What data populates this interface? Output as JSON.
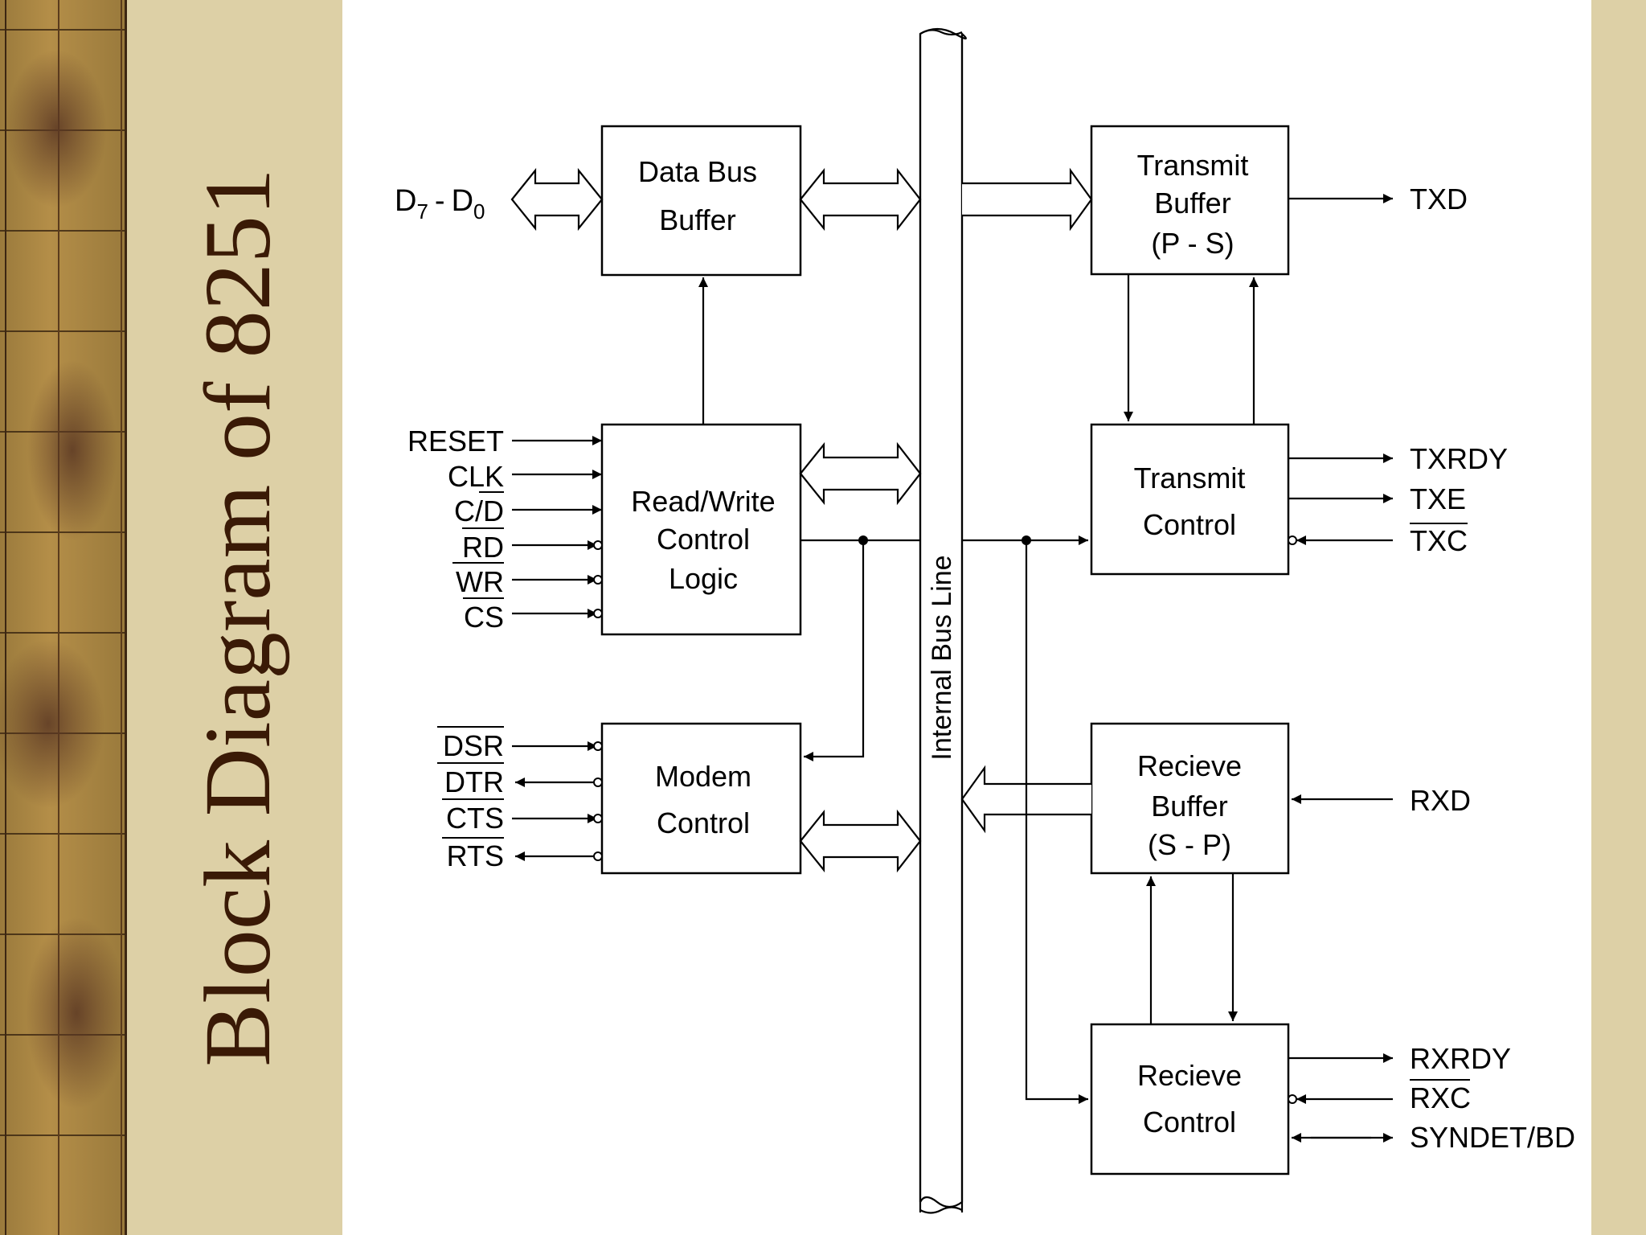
{
  "title": "Block Diagram of 8251",
  "diagram": {
    "bus_label": "Internal Bus Line",
    "blocks": {
      "data_bus_buffer": [
        "Data Bus",
        "Buffer"
      ],
      "read_write_control_logic": [
        "Read/Write",
        "Control",
        "Logic"
      ],
      "modem_control": [
        "Modem",
        "Control"
      ],
      "transmit_buffer": [
        "Transmit",
        "Buffer",
        "(P - S)"
      ],
      "transmit_control": [
        "Transmit",
        "Control"
      ],
      "receive_buffer": [
        "Recieve",
        "Buffer",
        "(S - P)"
      ],
      "receive_control": [
        "Recieve",
        "Control"
      ]
    },
    "signals": {
      "data_bus": "D7 - D0",
      "data_bus_main": "D",
      "data_bus_sub_hi": "7",
      "data_bus_dash": "-",
      "data_bus_main2": "D",
      "data_bus_sub_lo": "0",
      "reset": "RESET",
      "clk": "CLK",
      "cd": "C/D",
      "rd": "RD",
      "wr": "WR",
      "cs": "CS",
      "dsr": "DSR",
      "dtr": "DTR",
      "cts": "CTS",
      "rts": "RTS",
      "txd": "TXD",
      "txrdy": "TXRDY",
      "txe": "TXE",
      "txc": "TXC",
      "rxd": "RXD",
      "rxrdy": "RXRDY",
      "rxc": "RXC",
      "syndet": "SYNDET/BD"
    }
  }
}
